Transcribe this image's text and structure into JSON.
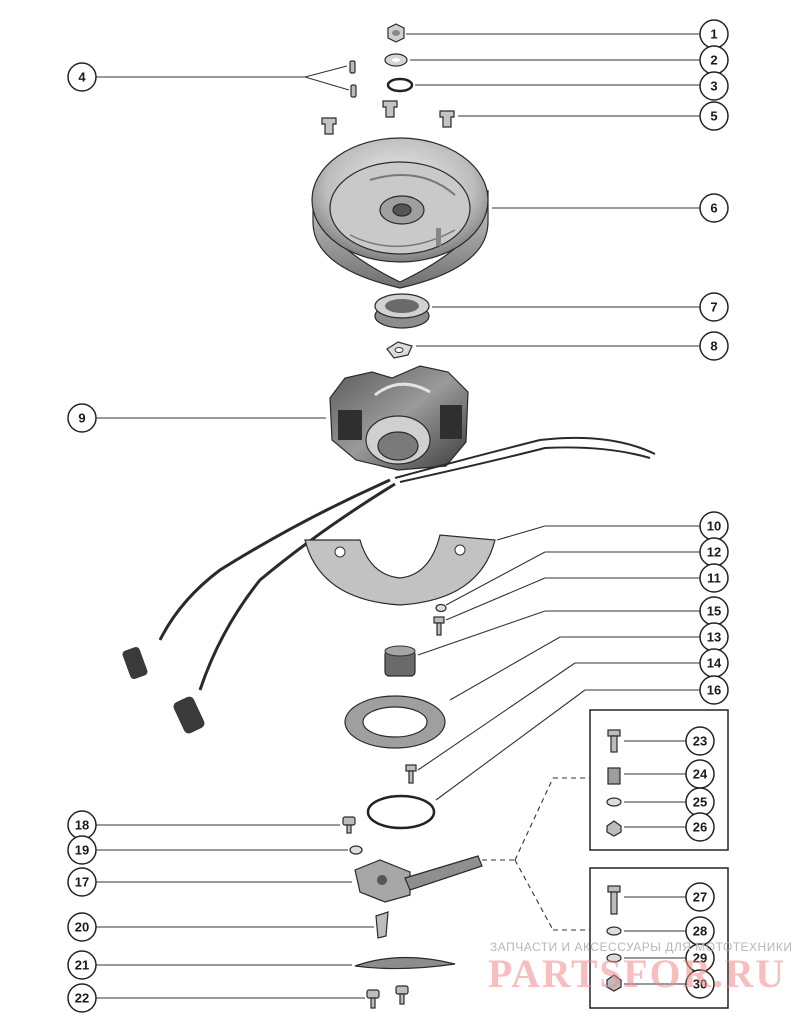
{
  "callouts": [
    {
      "id": "c1",
      "label": "1"
    },
    {
      "id": "c2",
      "label": "2"
    },
    {
      "id": "c3",
      "label": "3"
    },
    {
      "id": "c4",
      "label": "4"
    },
    {
      "id": "c5",
      "label": "5"
    },
    {
      "id": "c6",
      "label": "6"
    },
    {
      "id": "c7",
      "label": "7"
    },
    {
      "id": "c8",
      "label": "8"
    },
    {
      "id": "c9",
      "label": "9"
    },
    {
      "id": "c10",
      "label": "10"
    },
    {
      "id": "c11",
      "label": "11"
    },
    {
      "id": "c12",
      "label": "12"
    },
    {
      "id": "c13",
      "label": "13"
    },
    {
      "id": "c14",
      "label": "14"
    },
    {
      "id": "c15",
      "label": "15"
    },
    {
      "id": "c16",
      "label": "16"
    },
    {
      "id": "c17",
      "label": "17"
    },
    {
      "id": "c18",
      "label": "18"
    },
    {
      "id": "c19",
      "label": "19"
    },
    {
      "id": "c20",
      "label": "20"
    },
    {
      "id": "c21",
      "label": "21"
    },
    {
      "id": "c22",
      "label": "22"
    },
    {
      "id": "c23",
      "label": "23"
    },
    {
      "id": "c24",
      "label": "24"
    },
    {
      "id": "c25",
      "label": "25"
    },
    {
      "id": "c26",
      "label": "26"
    },
    {
      "id": "c27",
      "label": "27"
    },
    {
      "id": "c28",
      "label": "28"
    },
    {
      "id": "c29",
      "label": "29"
    },
    {
      "id": "c30",
      "label": "30"
    }
  ],
  "watermark": {
    "tagline": "ЗАПЧАСТИ И АКСЕССУАРЫ ДЛЯ МОТОТЕХНИКИ",
    "logo": "PARTSFOR.RU"
  },
  "colors": {
    "ink": "#2a2a2a",
    "metal_light": "#d8d8d8",
    "metal_mid": "#a9a9a9",
    "metal_dark": "#6e6e6e",
    "watermark_red": "#f08a8a"
  }
}
